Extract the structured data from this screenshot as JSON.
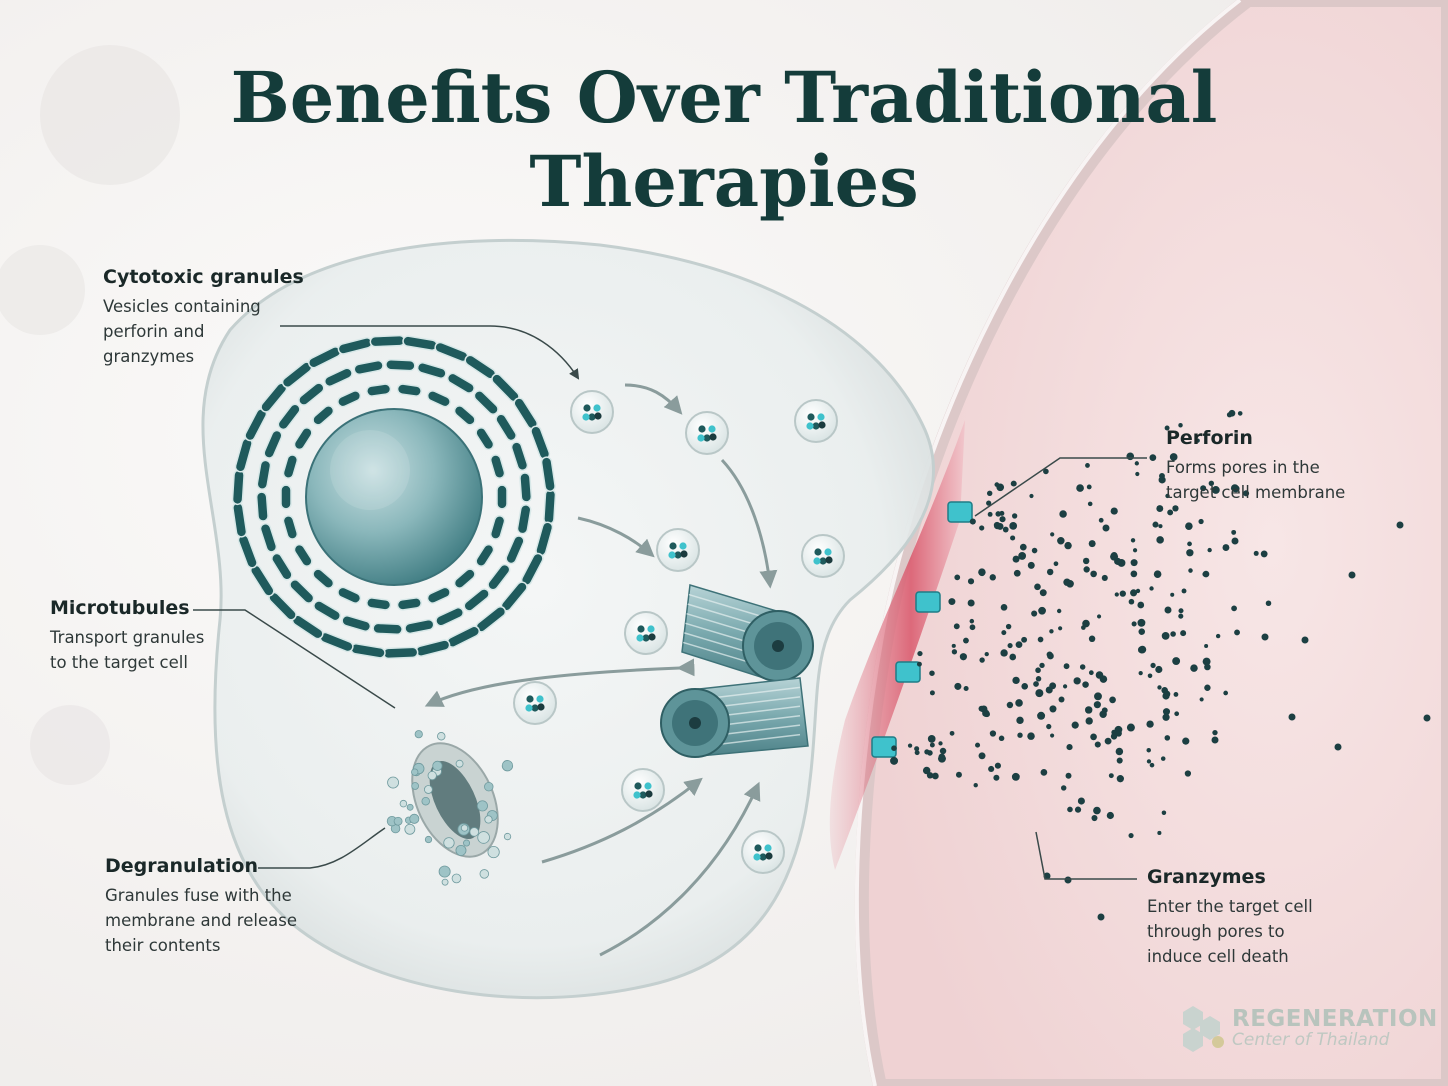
{
  "title": {
    "line1": "Benefits Over Traditional",
    "line2": "Therapies"
  },
  "labels": {
    "cytotoxic": {
      "title": "Cytotoxic granules",
      "desc": "Vesicles containing\nperforin and\ngranzymes"
    },
    "microtubules": {
      "title": "Microtubules",
      "desc": "Transport granules\nto the target cell"
    },
    "degranulation": {
      "title": "Degranulation",
      "desc": "Granules fuse with the\nmembrane and release\ntheir contents"
    },
    "perforin": {
      "title": "Perforin",
      "desc": "Forms pores in the\ntarget cell membrane"
    },
    "granzymes": {
      "title": "Granzymes",
      "desc": "Enter the target cell\nthrough pores to\ninduce cell death"
    }
  },
  "logo": {
    "line1": "REGENERATION",
    "line2": "Center of Thailand"
  },
  "colors": {
    "title": "#143c3a",
    "teal_dark": "#1f5a5c",
    "teal_mid": "#6fa3a8",
    "cyan_pore": "#3fc2cc",
    "target_cell": "#f2dcdc",
    "membrane_red": "#d9566a"
  }
}
